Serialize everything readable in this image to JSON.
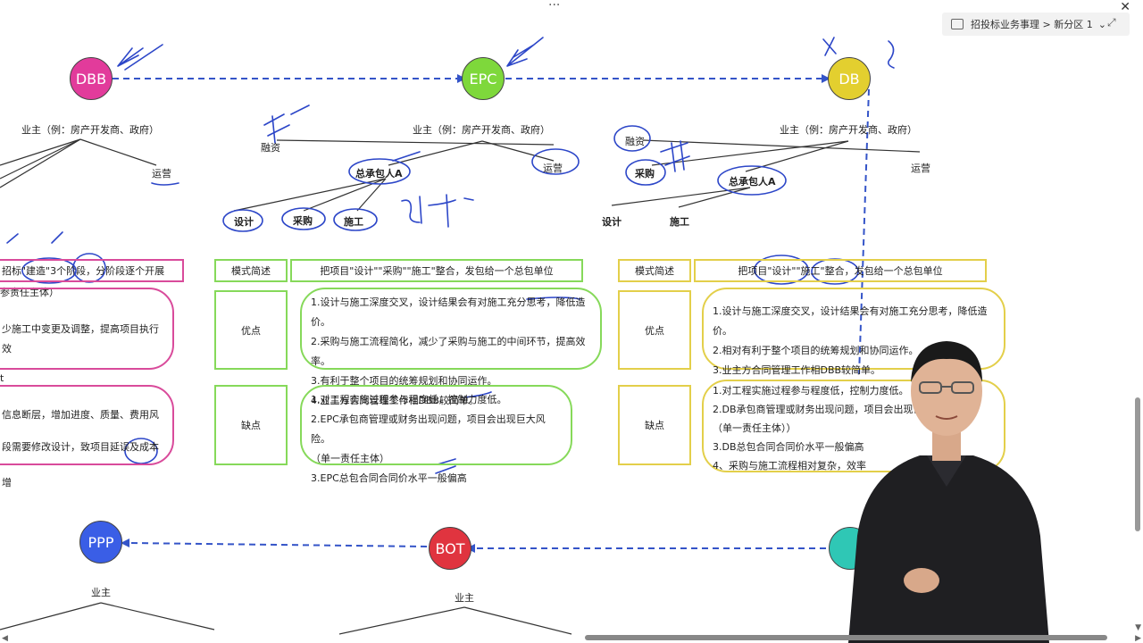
{
  "breadcrumb": "招投标业务事理 > 新分区 1",
  "nodes": {
    "dbb": "DBB",
    "epc": "EPC",
    "db": "DB",
    "ppp": "PPP",
    "bot": "BOT"
  },
  "dbb": {
    "owner": "业主（例：房产开发商、政府）",
    "ops": "运营",
    "mode_text": "招标\"建造\"3个阶段，分阶段逐个开展",
    "sub_note": "参责任主体）",
    "adv_text": "少施工中变更及调整，提高项目执行效",
    "adv_tail": "t",
    "dis_1": "信息断层，增加进度、质量、费用风",
    "dis_2": "段需要修改设计，致项目延误及成本增"
  },
  "epc": {
    "owner": "业主（例：房产开发商、政府）",
    "finance": "融资",
    "ops": "运营",
    "contractor": "总承包人A",
    "design": "设计",
    "procure": "采购",
    "build": "施工",
    "mode_label": "模式简述",
    "mode_text": "把项目\"设计\"\"采购\"\"施工\"整合，发包给一个总包单位",
    "adv_label": "优点",
    "adv": [
      "1.设计与施工深度交叉，设计结果会有对施工充分思考，降低造价。",
      "2.采购与施工流程简化，减少了采购与施工的中间环节，提高效率。",
      "3.有利于整个项目的统筹规划和协同运作。",
      "4.业主方合同管理工作相DBB较简单。"
    ],
    "dis_label": "缺点",
    "dis": [
      "1.对工程实施过程参与程度低，控制力度低。",
      "2.EPC承包商管理或财务出现问题，项目会出现巨大风险。",
      "（单一责任主体）",
      "3.EPC总包合同合同价水平一般偏高"
    ]
  },
  "db": {
    "owner": "业主（例：房产开发商、政府）",
    "finance": "融资",
    "procure": "采购",
    "contractor": "总承包人A",
    "ops": "运营",
    "design": "设计",
    "build": "施工",
    "mode_label": "模式简述",
    "mode_text": "把项目\"设计\"\"施工\"整合，发包给一个总包单位",
    "adv_label": "优点",
    "adv": [
      "1.设计与施工深度交叉，设计结果会有对施工充分思考，降低造价。",
      "2.相对有利于整个项目的统筹规划和协同运作。",
      "3.业主方合同管理工作相DBB较简单。"
    ],
    "dis_label": "缺点",
    "dis": [
      "1.对工程实施过程参与程度低，控制力度低。",
      "2.DB承包商管理或财务出现问题，项目会出现巨大",
      "（单一责任主体））",
      "3.DB总包合同合同价水平一般偏高",
      "4、采购与施工流程相对复杂，效率"
    ]
  },
  "bottom": {
    "ppp_owner": "业主",
    "bot_owner": "业主"
  },
  "colors": {
    "dbb": "#e23b9b",
    "epc": "#7ed83b",
    "db": "#e3cf2f",
    "ppp": "#3a5ee6",
    "bot": "#e0343f",
    "ink": "#2c46c8"
  }
}
